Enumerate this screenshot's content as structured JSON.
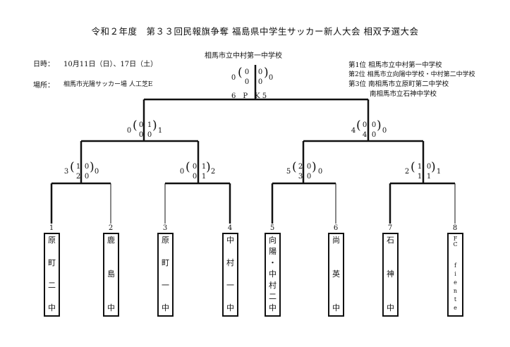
{
  "title": "令和２年度　第３３回民報旗争奪 福島県中学生サッカー新人大会 相双予選大会",
  "date_label": "日時：",
  "date_value": "10月11日（日）、17日（土）",
  "venue_label": "場所：",
  "venue_value": "相馬市光陽サッカー場 人工芝E",
  "winner": "相馬市立中村第一中学校",
  "results": {
    "first": "第1位 相馬市立中村第一中学校",
    "second": "第2位 相馬市立向陽中学校・中村第二中学校",
    "third_a": "第3位 南相馬市立原町第二中学校",
    "third_b": "南相馬市立石神中学校"
  },
  "final": {
    "left_total": "0",
    "left_h1": "0",
    "left_h2": "0",
    "right_h1": "0",
    "right_h2": "0",
    "right_total": "0",
    "pk_label": "6　P　K 5"
  },
  "semi_left": {
    "left_total": "0",
    "left_h1": "0",
    "left_h2": "0",
    "right_h1": "1",
    "right_h2": "0",
    "right_total": "1"
  },
  "semi_right": {
    "left_total": "4",
    "left_h1": "0",
    "left_h2": "4",
    "right_h1": "0",
    "right_h2": "0",
    "right_total": "0"
  },
  "qf": [
    {
      "left_total": "3",
      "left_h1": "1",
      "left_h2": "2",
      "right_h1": "0",
      "right_h2": "0",
      "right_total": "0"
    },
    {
      "left_total": "0",
      "left_h1": "0",
      "left_h2": "0",
      "right_h1": "1",
      "right_h2": "1",
      "right_total": "2"
    },
    {
      "left_total": "5",
      "left_h1": "2",
      "left_h2": "3",
      "right_h1": "0",
      "right_h2": "0",
      "right_total": "0"
    },
    {
      "left_total": "2",
      "left_h1": "1",
      "left_h2": "1",
      "right_h1": "0",
      "right_h2": "1",
      "right_total": "1"
    }
  ],
  "teams": [
    {
      "num": "1",
      "chars": [
        "原",
        "町",
        "二",
        "中"
      ]
    },
    {
      "num": "2",
      "chars": [
        "鹿",
        "島",
        "中"
      ]
    },
    {
      "num": "3",
      "chars": [
        "原",
        "町",
        "一",
        "中"
      ]
    },
    {
      "num": "4",
      "chars": [
        "中",
        "村",
        "一",
        "中"
      ]
    },
    {
      "num": "5",
      "chars": [
        "向",
        "陽",
        "・",
        "中",
        "村",
        "二",
        "中"
      ]
    },
    {
      "num": "6",
      "chars": [
        "尚",
        "英",
        "中"
      ]
    },
    {
      "num": "7",
      "chars": [
        "石",
        "神",
        "中"
      ]
    },
    {
      "num": "8",
      "chars": [
        "F",
        "C",
        "f",
        "i",
        "e",
        "n",
        "t",
        "e"
      ]
    }
  ]
}
